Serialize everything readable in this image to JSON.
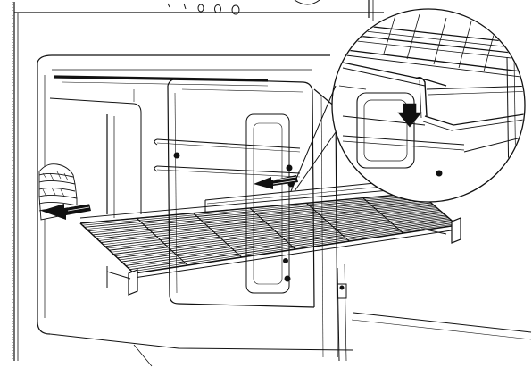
{
  "diagram": {
    "subject": "oven-shelf-insertion-illustration",
    "icons": {
      "arrow_left": "arrow-left-icon",
      "arrow_down": "arrow-down-icon",
      "magnifier": "detail-zoom-icon",
      "food": "baked-bread-icon"
    },
    "colors": {
      "ink": "#111111",
      "paper": "#ffffff",
      "hatch": "#555555"
    },
    "rack": {
      "wire_count": 26,
      "cross_wire_count": 6
    }
  }
}
